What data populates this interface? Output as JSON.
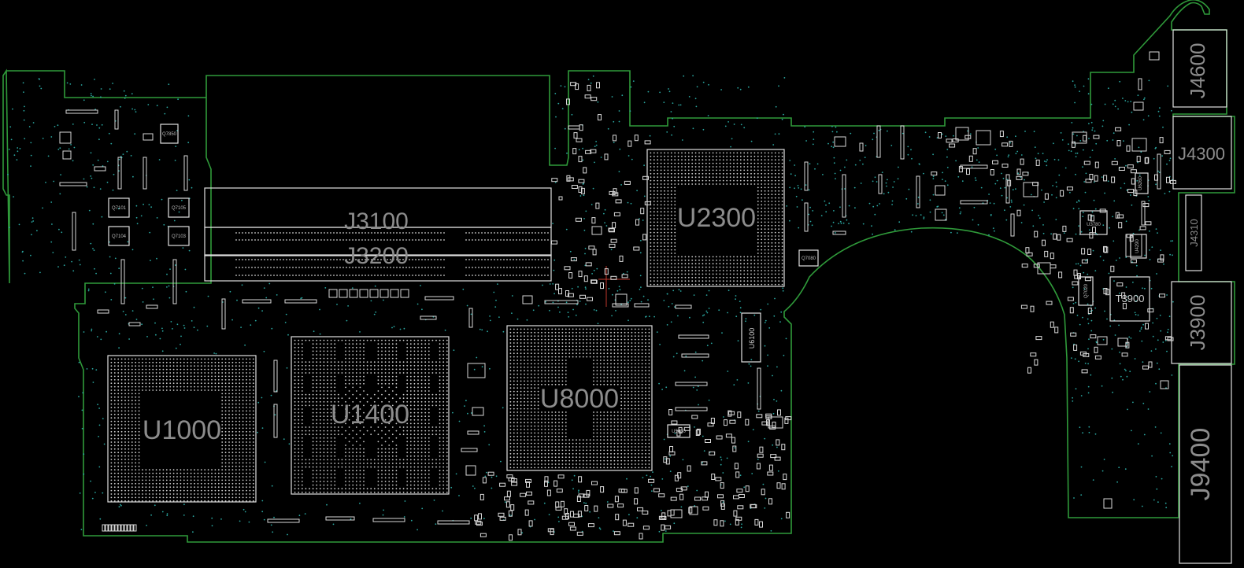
{
  "diagram": {
    "components": {
      "J3100": "J3100",
      "J3200": "J3200",
      "U2300": "U2300",
      "U1000": "U1000",
      "U1400": "U1400",
      "U8000": "U8000",
      "J4600": "J4600",
      "J4300": "J4300",
      "J4310": "J4310",
      "J3900": "J3900",
      "J9400": "J9400",
      "T3900": "T3900",
      "U6100": "U6100",
      "U3780": "U3780",
      "Q7020": "Q7020",
      "Q7080": "Q7080",
      "U5430": "U5430",
      "Q7101": "Q7101",
      "Q7105": "Q7105",
      "Q7104": "Q7104",
      "Q7103": "Q7103",
      "Q7850": "Q7850",
      "U4290": "U4290",
      "U6260": "U6260"
    },
    "colors": {
      "background": "#000000",
      "outline": "#2f9a3a",
      "silkscreen": "#d9d9d9",
      "label": "#8c8c8c",
      "via": "#2aa6a0",
      "highlight": "#c0392b"
    }
  }
}
